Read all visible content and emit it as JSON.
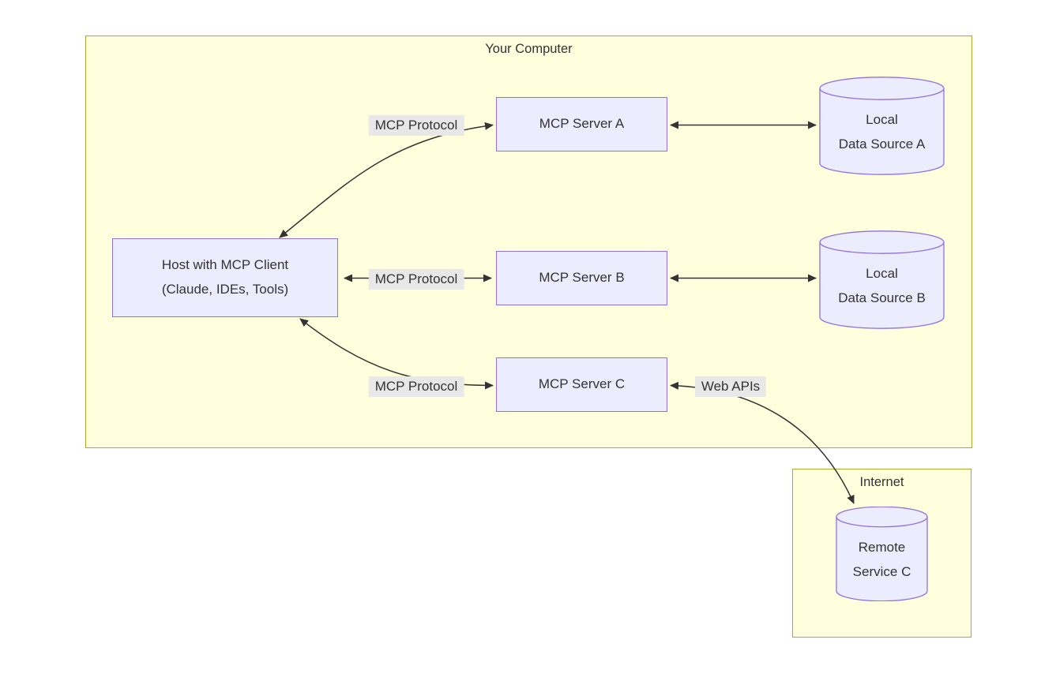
{
  "clusters": {
    "your_computer": {
      "title": "Your Computer"
    },
    "internet": {
      "title": "Internet"
    }
  },
  "nodes": {
    "host": {
      "line1": "Host with MCP Client",
      "line2": "(Claude, IDEs, Tools)"
    },
    "server_a": {
      "label": "MCP Server A"
    },
    "server_b": {
      "label": "MCP Server B"
    },
    "server_c": {
      "label": "MCP Server C"
    },
    "data_source_a": {
      "line1": "Local",
      "line2": "Data Source A"
    },
    "data_source_b": {
      "line1": "Local",
      "line2": "Data Source B"
    },
    "remote_service_c": {
      "line1": "Remote",
      "line2": "Service C"
    }
  },
  "edge_labels": {
    "host_server_a": "MCP Protocol",
    "host_server_b": "MCP Protocol",
    "host_server_c": "MCP Protocol",
    "server_c_remote": "Web APIs"
  },
  "colors": {
    "node_fill": "#ECECFF",
    "node_border": "#9370DB",
    "cluster_fill": "#ffffde",
    "cluster_border": "#aaaa33",
    "edge_label_bg": "#e8e8e8",
    "text": "#333333",
    "line": "#333333"
  }
}
